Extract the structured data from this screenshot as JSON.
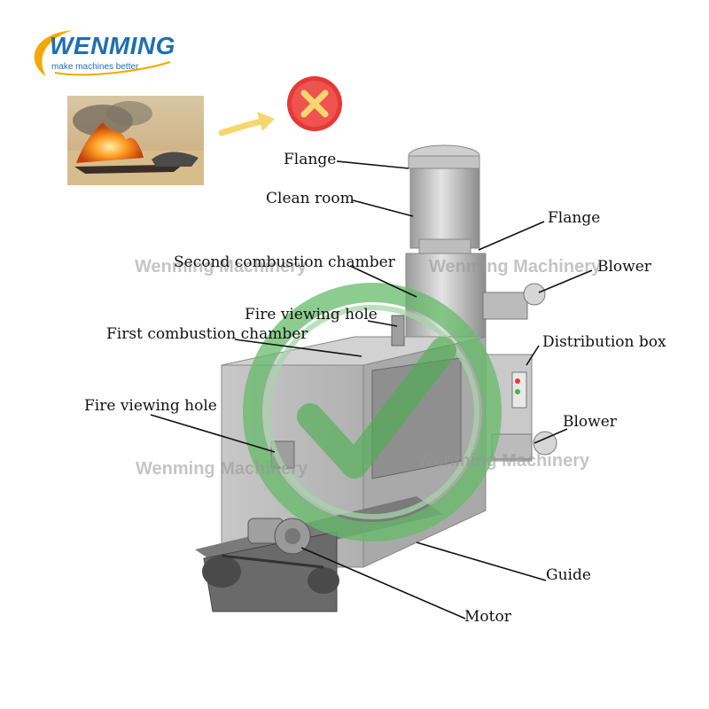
{
  "logo": {
    "brand": "WENMING",
    "tagline": "make machines better"
  },
  "labels": {
    "flange_top": "Flange",
    "clean_room": "Clean room",
    "flange_right": "Flange",
    "blower_top": "Blower",
    "second_combustion": "Second combustion chamber",
    "fire_hole_upper": "Fire viewing hole",
    "first_combustion": "First combustion chamber",
    "distribution_box": "Distribution box",
    "fire_hole_left": "Fire viewing hole",
    "blower_bottom": "Blower",
    "guide": "Guide",
    "motor": "Motor"
  },
  "watermarks": [
    "Wenming Machinery",
    "Wenming Machinery",
    "Wenming Machinery",
    "Wenming Machinery"
  ],
  "icons": {
    "reject": "cross-circle-icon",
    "approve": "checkmark-circle-icon",
    "arrow": "arrow-right-icon"
  },
  "colors": {
    "brand_blue": "#1f6fb2",
    "brand_swoosh": "#f2a900",
    "reject_red": "#e53935",
    "approve_green": "#4caf50",
    "arrow_yellow": "#f5d76e",
    "machine_gray": "#bcbcbc"
  }
}
